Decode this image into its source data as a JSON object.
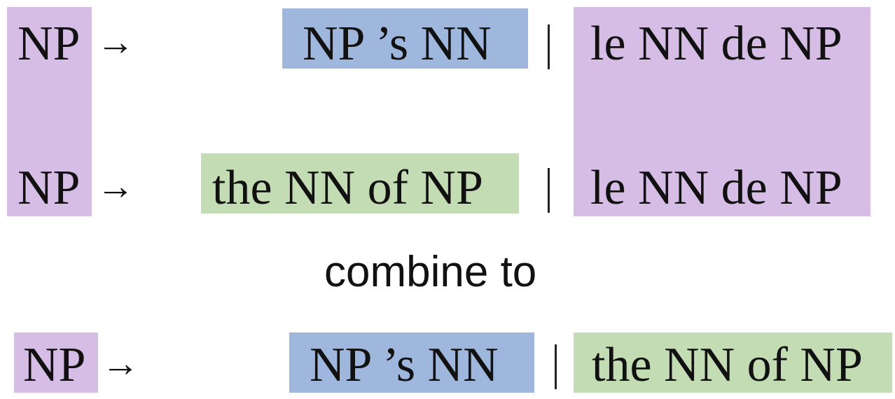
{
  "rules": {
    "top": {
      "lhs": "NP",
      "arrow": "→",
      "source": "NP ’s NN",
      "separator": "|",
      "target": "le NN de NP"
    },
    "middle": {
      "lhs": "NP",
      "arrow": "→",
      "source": "the NN of NP",
      "separator": "|",
      "target": "le NN de NP"
    },
    "combined": {
      "lhs": "NP",
      "arrow": "→",
      "source": "NP ’s NN",
      "separator": "|",
      "target": "the NN of NP"
    }
  },
  "connector_text": "combine to",
  "colors": {
    "nonterminal_highlight": "#d6bde6",
    "possessive_highlight": "#9fb6dd",
    "of_phrase_highlight": "#c3dcb4"
  }
}
